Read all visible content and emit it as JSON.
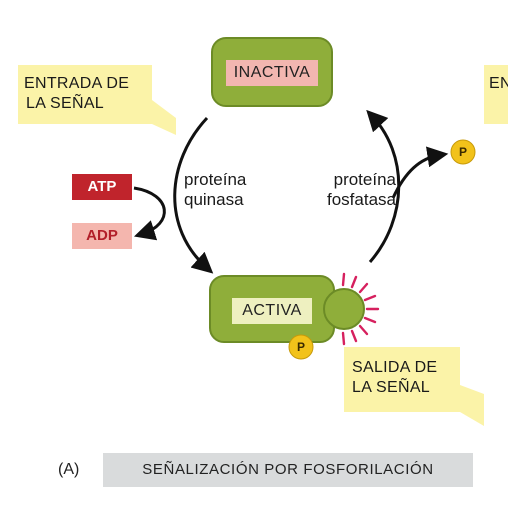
{
  "states": {
    "inactive": "INACTIVA",
    "active": "ACTIVA"
  },
  "enzymes": {
    "kinase_line1": "proteína",
    "kinase_line2": "quinasa",
    "phosphatase_line1": "proteína",
    "phosphatase_line2": "fosfatasa"
  },
  "signal": {
    "input_line1": "ENTRADA DE",
    "input_line2": "LA SEÑAL",
    "output_line1": "SALIDA DE",
    "output_line2": "LA SEÑAL",
    "cut_off_label": "EN"
  },
  "molecules": {
    "atp": "ATP",
    "adp": "ADP",
    "phosphate": "P"
  },
  "caption": {
    "letter": "(A)",
    "title": "SEÑALIZACIÓN POR FOSFORILACIÓN"
  },
  "colors": {
    "protein_green": "#8fae3a",
    "protein_dark": "#5f7d20",
    "inactive_box": "#f2b6b0",
    "active_box": "#eef0c0",
    "callout_yellow": "#fbf3a8",
    "atp_red": "#c0242c",
    "adp_pink": "#f4b6ae",
    "phosphate_yellow": "#f2c21a",
    "signal_magenta": "#d6205e",
    "caption_gray": "#d9dbdc"
  }
}
